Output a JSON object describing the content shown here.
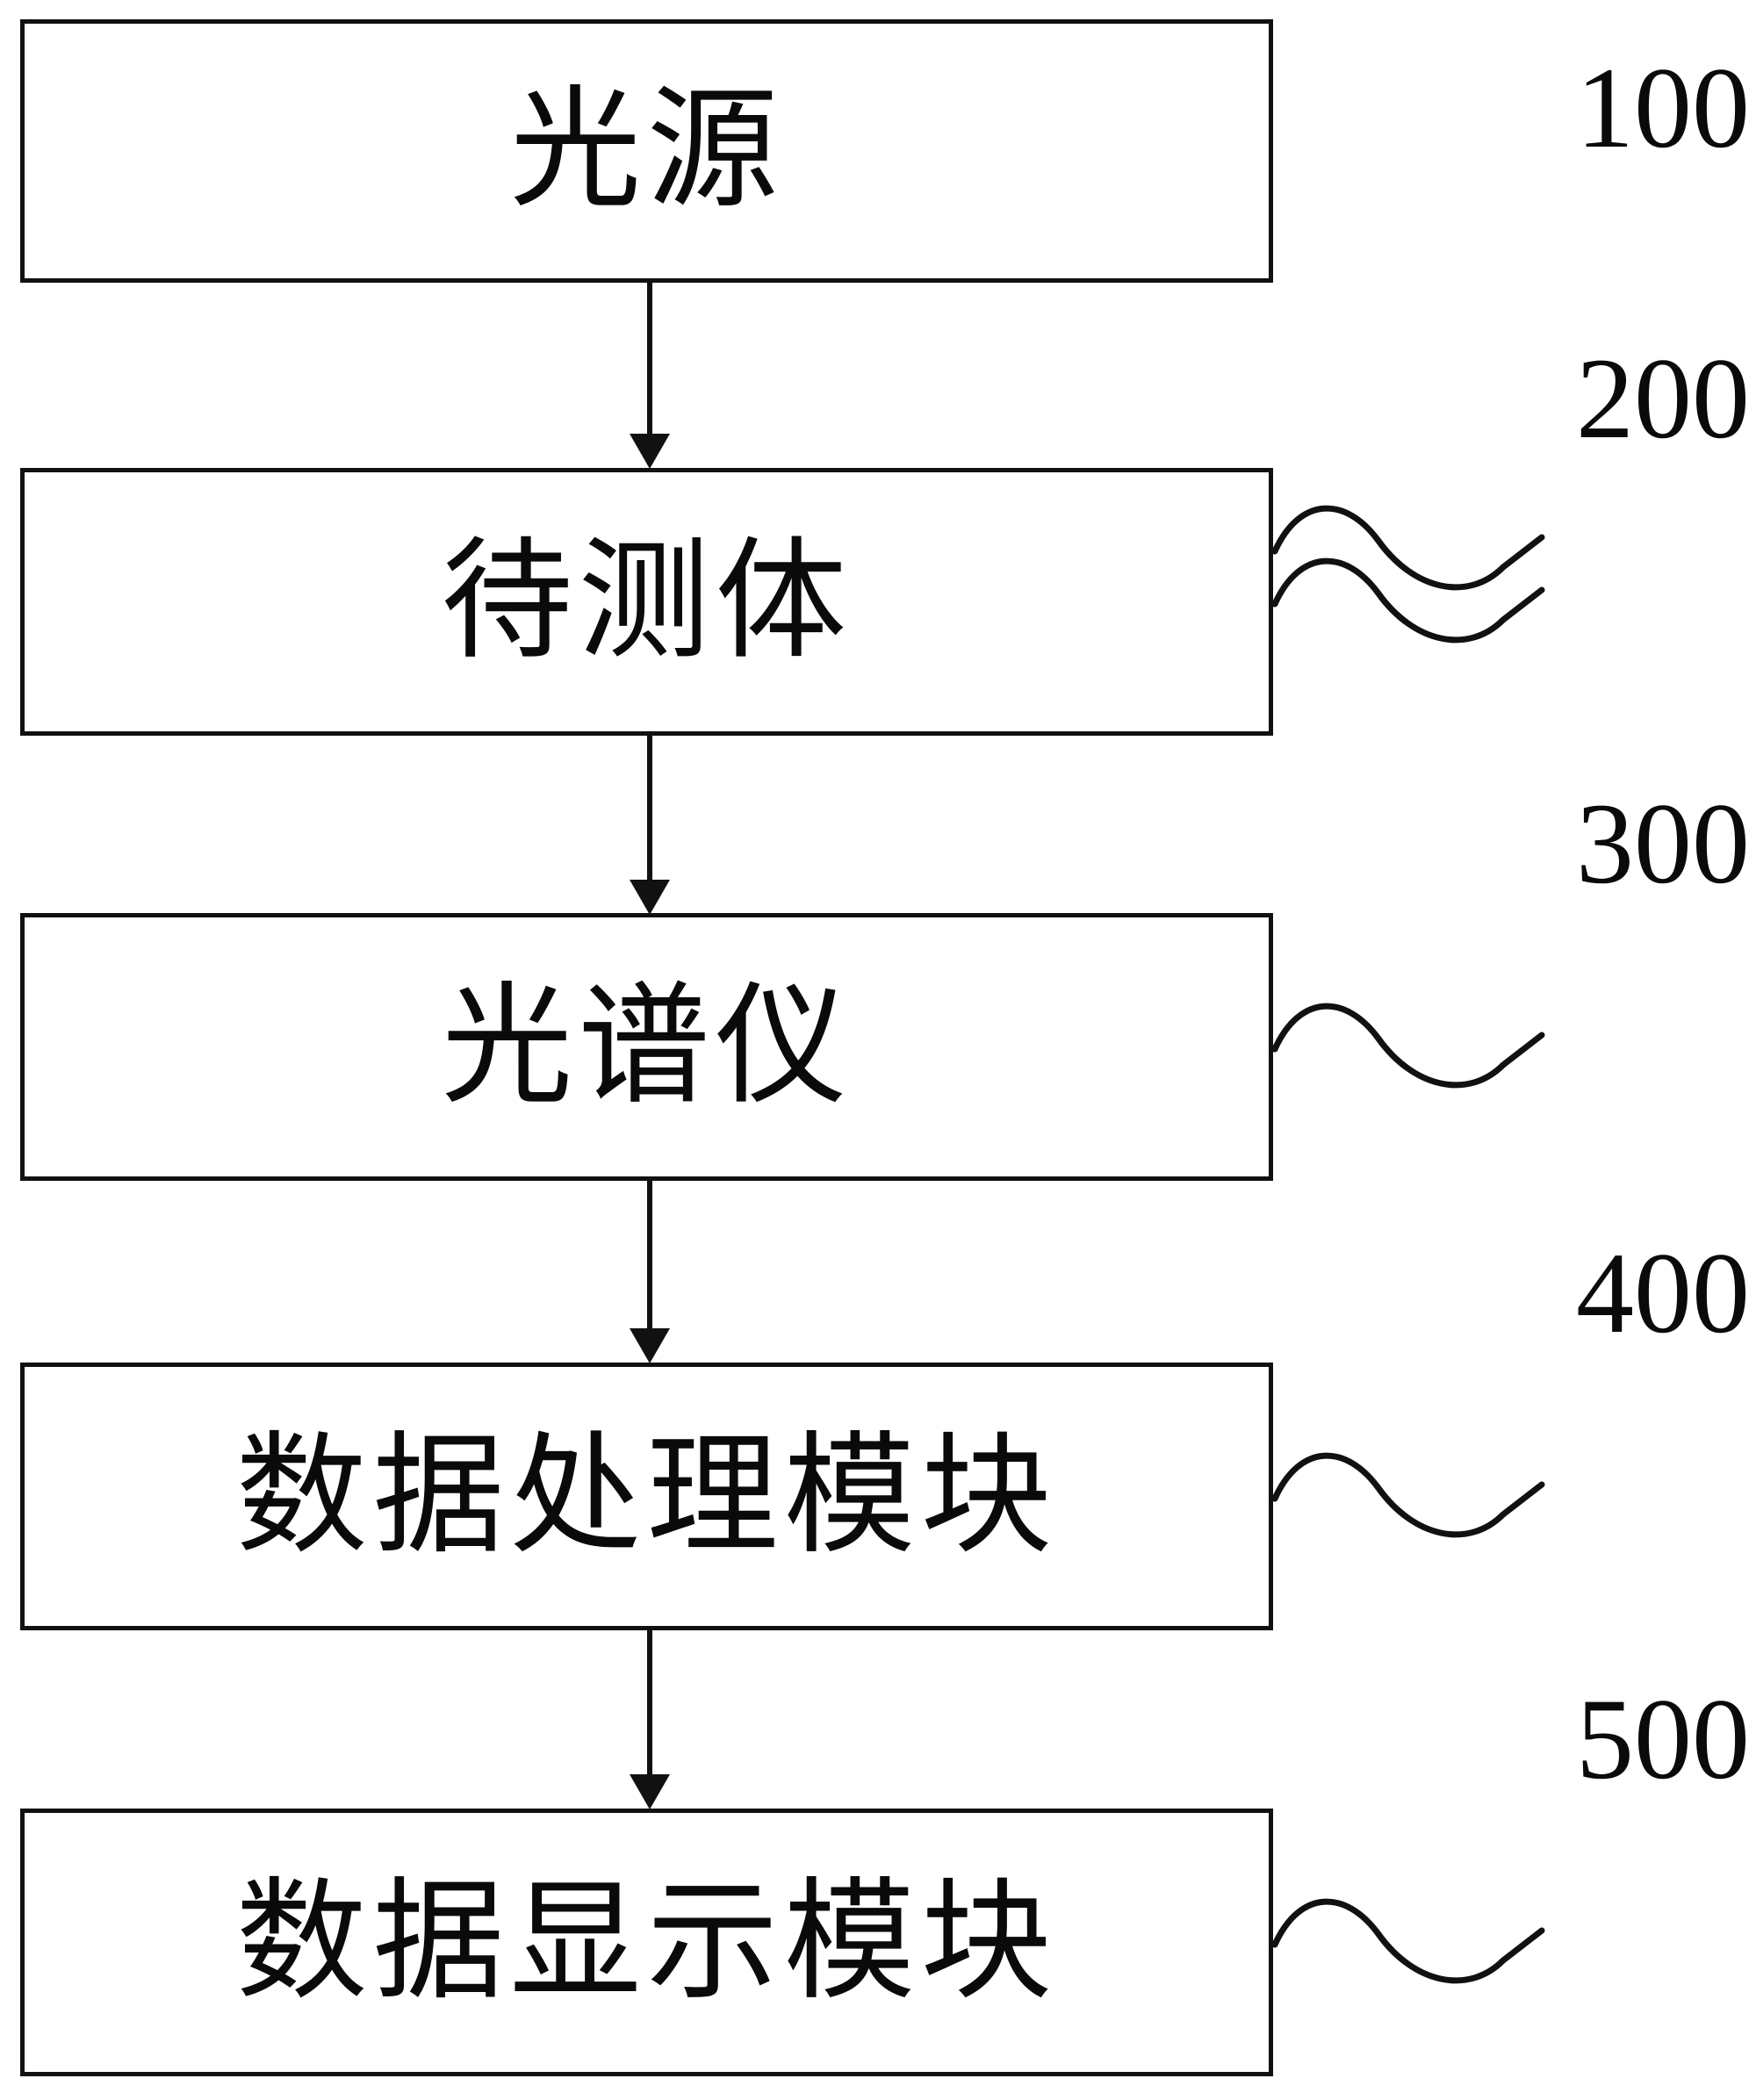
{
  "diagram": {
    "type": "flowchart",
    "orientation": "vertical",
    "background_color": "#ffffff",
    "line_color": "#111111",
    "text_color": "#0a0a0a",
    "nodes": [
      {
        "id": "node-100",
        "label": "光源",
        "ref": "100"
      },
      {
        "id": "node-200",
        "label": "待测体",
        "ref": "200"
      },
      {
        "id": "node-300",
        "label": "光谱仪",
        "ref": "300"
      },
      {
        "id": "node-400",
        "label": "数据处理模块",
        "ref": "400"
      },
      {
        "id": "node-500",
        "label": "数据显示模块",
        "ref": "500"
      }
    ],
    "connections": [
      {
        "from": "node-100",
        "to": "node-200",
        "style": "arrow-down"
      },
      {
        "from": "node-200",
        "to": "node-300",
        "style": "arrow-down"
      },
      {
        "from": "node-300",
        "to": "node-400",
        "style": "arrow-down"
      },
      {
        "from": "node-400",
        "to": "node-500",
        "style": "arrow-down"
      }
    ],
    "leader_lines": [
      {
        "for": "node-100",
        "ref": "100",
        "style": "wavy-tilde"
      },
      {
        "for": "node-200",
        "ref": "200",
        "style": "wavy-tilde"
      },
      {
        "for": "node-300",
        "ref": "300",
        "style": "wavy-tilde"
      },
      {
        "for": "node-400",
        "ref": "400",
        "style": "wavy-tilde"
      },
      {
        "for": "node-500",
        "ref": "500",
        "style": "wavy-tilde"
      }
    ]
  }
}
